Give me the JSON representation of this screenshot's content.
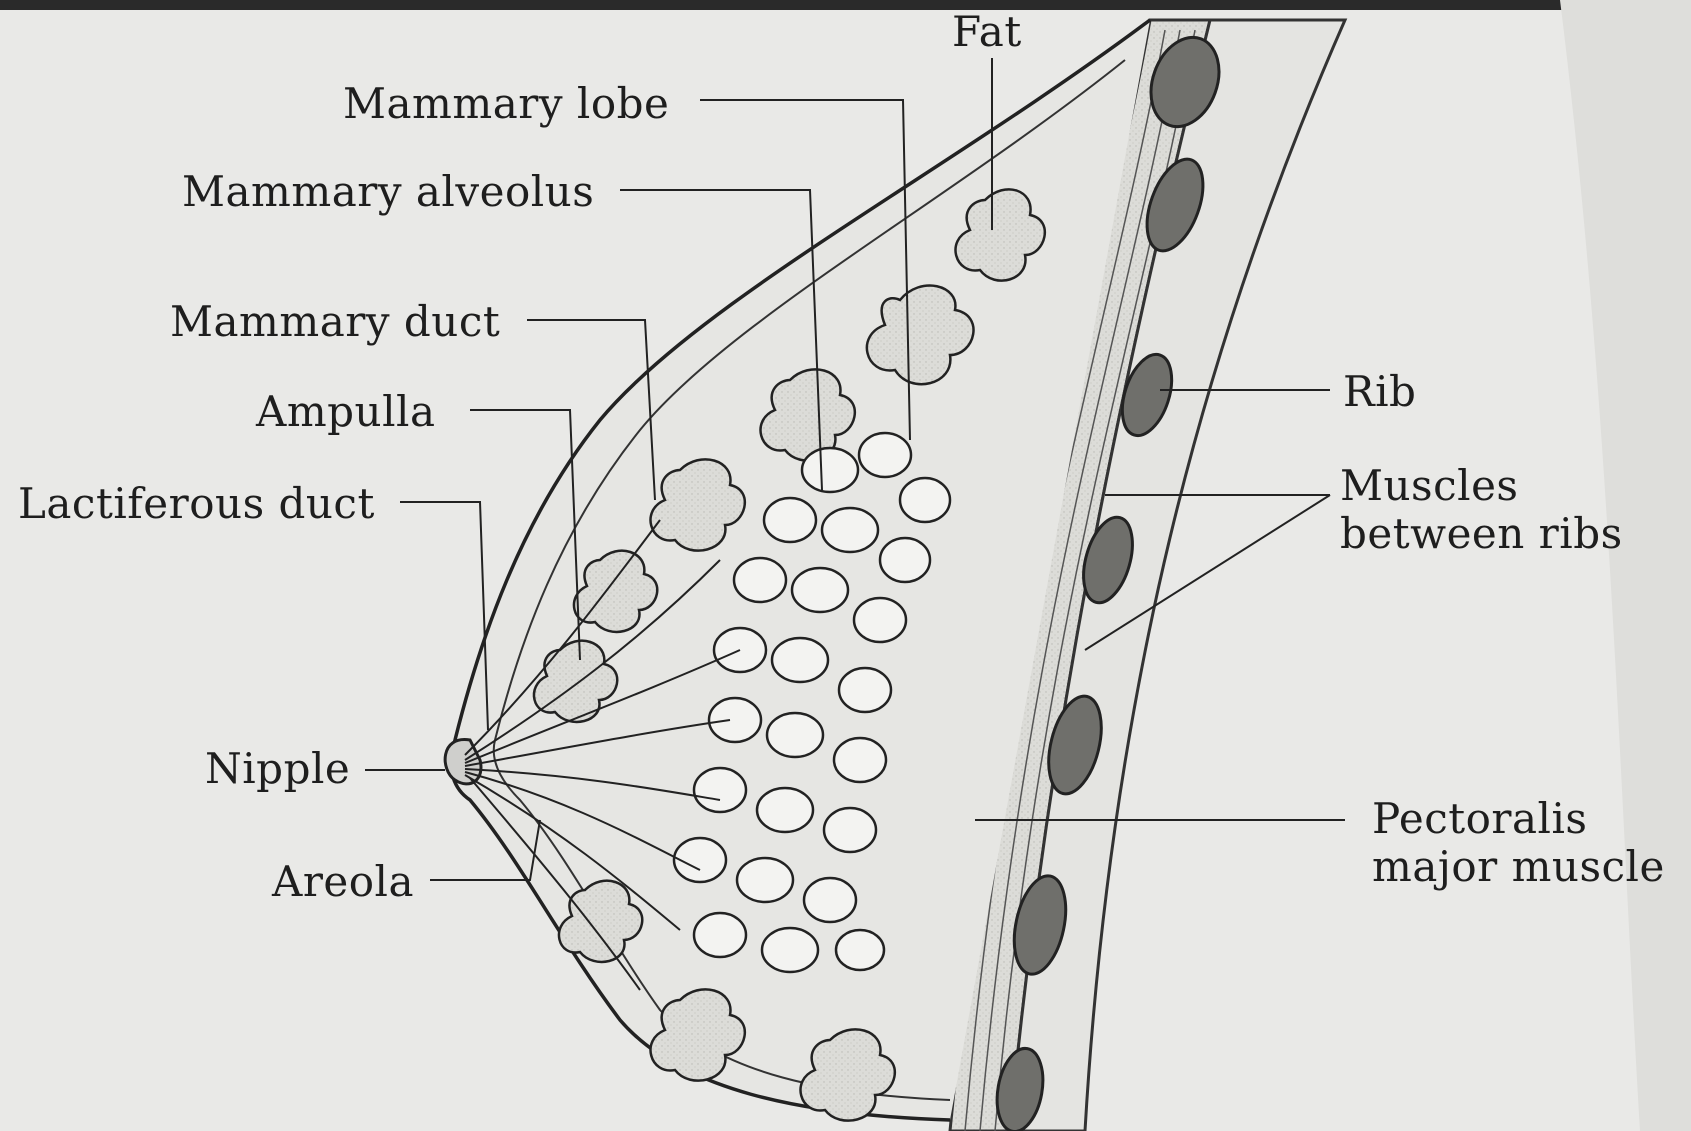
{
  "labels": {
    "fat": "Fat",
    "mammary_lobe": "Mammary lobe",
    "mammary_alveolus": "Mammary alveolus",
    "mammary_duct": "Mammary duct",
    "ampulla": "Ampulla",
    "lactiferous_duct": "Lactiferous duct",
    "nipple": "Nipple",
    "areola": "Areola",
    "rib": "Rib",
    "muscles_between_ribs_line1": "Muscles",
    "muscles_between_ribs_line2": "between ribs",
    "pectoralis_line1": "Pectoralis",
    "pectoralis_line2": "major muscle"
  },
  "colors": {
    "paper": "#e9e9e7",
    "ink": "#1e1e1e",
    "rib_fill": "#6f6f6b",
    "tissue_fill": "#dadad7"
  }
}
